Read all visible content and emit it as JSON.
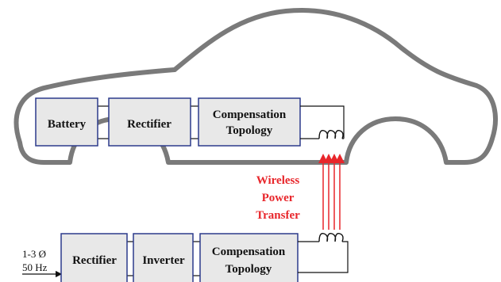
{
  "diagram": {
    "vehicle_blocks": {
      "battery": "Battery",
      "rectifier": "Rectifier",
      "compensation_line1": "Compensation",
      "compensation_line2": "Topology"
    },
    "ground_blocks": {
      "rectifier": "Rectifier",
      "inverter": "Inverter",
      "compensation_line1": "Compensation",
      "compensation_line2": "Topology"
    },
    "input": {
      "phase": "1-3 Ø",
      "frequency": "50 Hz"
    },
    "wireless_label": {
      "line1": "Wireless",
      "line2": "Power",
      "line3": "Transfer"
    },
    "colors": {
      "car_outline": "#7a7a7a",
      "block_fill": "#e8e8e8",
      "block_border": "#2c3a8c",
      "wire": "#111111",
      "flux_arrows": "#e8262b",
      "label_red": "#e8262b"
    }
  }
}
